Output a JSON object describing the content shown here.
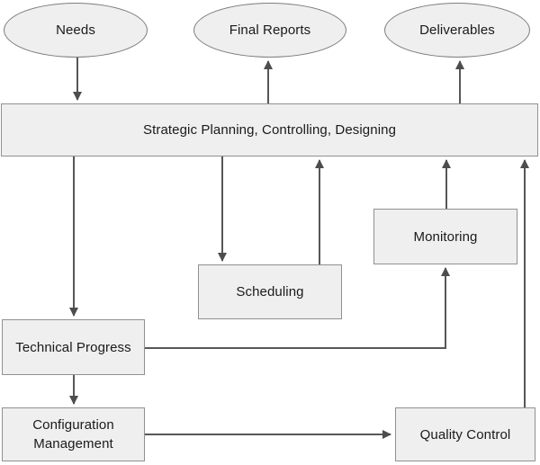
{
  "diagram": {
    "title": "Project management process flowchart",
    "colors": {
      "background": "#ffffff",
      "node_fill": "#f0efef",
      "rect_border": "#909090",
      "ellipse_border": "#7d7d7d",
      "arrow": "#575757",
      "text": "#1a1a1a"
    },
    "nodes": {
      "needs": {
        "label": "Needs",
        "shape": "ellipse"
      },
      "final_reports": {
        "label": "Final Reports",
        "shape": "ellipse"
      },
      "deliverables": {
        "label": "Deliverables",
        "shape": "ellipse"
      },
      "strategic_planning": {
        "label": "Strategic Planning, Controlling, Designing",
        "shape": "rect"
      },
      "scheduling": {
        "label": "Scheduling",
        "shape": "rect"
      },
      "monitoring": {
        "label": "Monitoring",
        "shape": "rect"
      },
      "technical_progress": {
        "label": "Technical Progress",
        "shape": "rect"
      },
      "configuration_management": {
        "label": "Configuration Management",
        "shape": "rect"
      },
      "quality_control": {
        "label": "Quality Control",
        "shape": "rect"
      }
    },
    "edges": [
      {
        "from": "needs",
        "to": "strategic_planning"
      },
      {
        "from": "strategic_planning",
        "to": "final_reports"
      },
      {
        "from": "strategic_planning",
        "to": "deliverables"
      },
      {
        "from": "strategic_planning",
        "to": "technical_progress"
      },
      {
        "from": "strategic_planning",
        "to": "scheduling"
      },
      {
        "from": "scheduling",
        "to": "strategic_planning"
      },
      {
        "from": "monitoring",
        "to": "strategic_planning"
      },
      {
        "from": "quality_control",
        "to": "strategic_planning"
      },
      {
        "from": "technical_progress",
        "to": "configuration_management"
      },
      {
        "from": "technical_progress",
        "to": "monitoring"
      },
      {
        "from": "configuration_management",
        "to": "quality_control"
      }
    ]
  }
}
